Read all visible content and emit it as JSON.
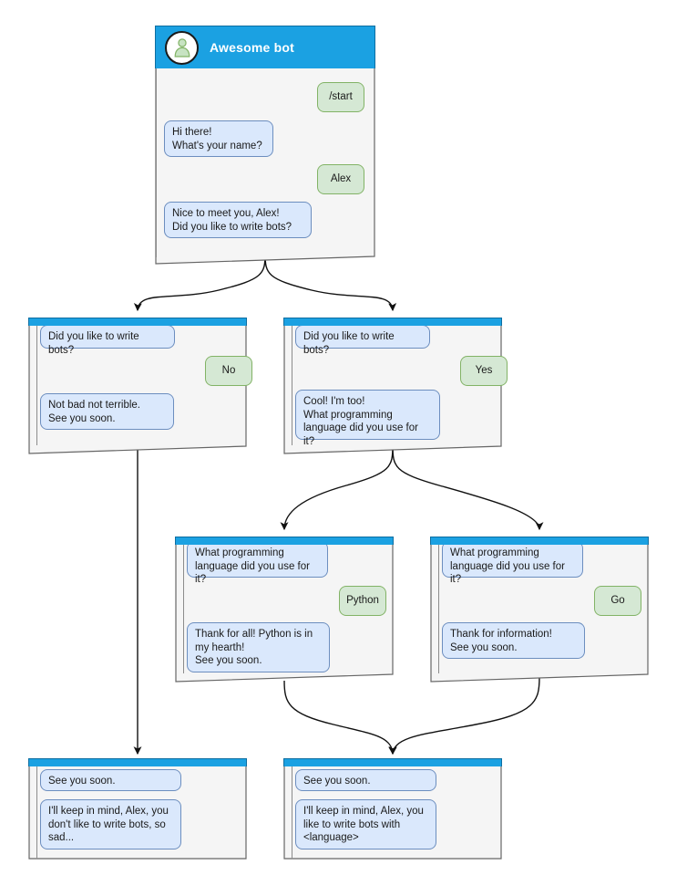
{
  "diagram": {
    "title_icon": "person-avatar-icon",
    "header_color": "#1BA1E2",
    "bot_bubble_fill": "#dae8fc",
    "bot_bubble_stroke": "#6c8ebf",
    "user_bubble_fill": "#d5e8d4",
    "user_bubble_stroke": "#82b366",
    "node_fill": "#f5f5f5",
    "node_stroke": "#666666"
  },
  "nodes": [
    {
      "id": "root",
      "title": "Awesome bot",
      "messages": [
        {
          "from": "user",
          "text": "/start"
        },
        {
          "from": "bot",
          "text": "Hi there!\nWhat's your name?"
        },
        {
          "from": "user",
          "text": "Alex"
        },
        {
          "from": "bot",
          "text": "Nice to meet you, Alex!\nDid you like to write bots?"
        }
      ]
    },
    {
      "id": "no-branch",
      "messages": [
        {
          "from": "bot",
          "text": "Did you like to write bots?"
        },
        {
          "from": "user",
          "text": "No"
        },
        {
          "from": "bot",
          "text": "Not bad not terrible.\nSee you soon."
        }
      ]
    },
    {
      "id": "yes-branch",
      "messages": [
        {
          "from": "bot",
          "text": "Did you like to write bots?"
        },
        {
          "from": "user",
          "text": "Yes"
        },
        {
          "from": "bot",
          "text": "Cool! I'm too!\nWhat programming\nlanguage did you use for it?"
        }
      ]
    },
    {
      "id": "python-branch",
      "messages": [
        {
          "from": "bot",
          "text": "What programming\nlanguage did you use for it?"
        },
        {
          "from": "user",
          "text": "Python"
        },
        {
          "from": "bot",
          "text": "Thank for all! Python is in\nmy hearth!\nSee you soon."
        }
      ]
    },
    {
      "id": "go-branch",
      "messages": [
        {
          "from": "bot",
          "text": "What programming\nlanguage did you use for it?"
        },
        {
          "from": "user",
          "text": "Go"
        },
        {
          "from": "bot",
          "text": "Thank for information!\nSee you soon."
        }
      ]
    },
    {
      "id": "end-sad",
      "messages": [
        {
          "from": "bot",
          "text": "See you soon."
        },
        {
          "from": "bot",
          "text": "I'll keep in mind, Alex, you\ndon't like to write bots, so\nsad..."
        }
      ]
    },
    {
      "id": "end-happy",
      "messages": [
        {
          "from": "bot",
          "text": "See you soon."
        },
        {
          "from": "bot",
          "text": "I'll keep in mind, Alex, you\nlike to write bots with\n<language>"
        }
      ]
    }
  ]
}
